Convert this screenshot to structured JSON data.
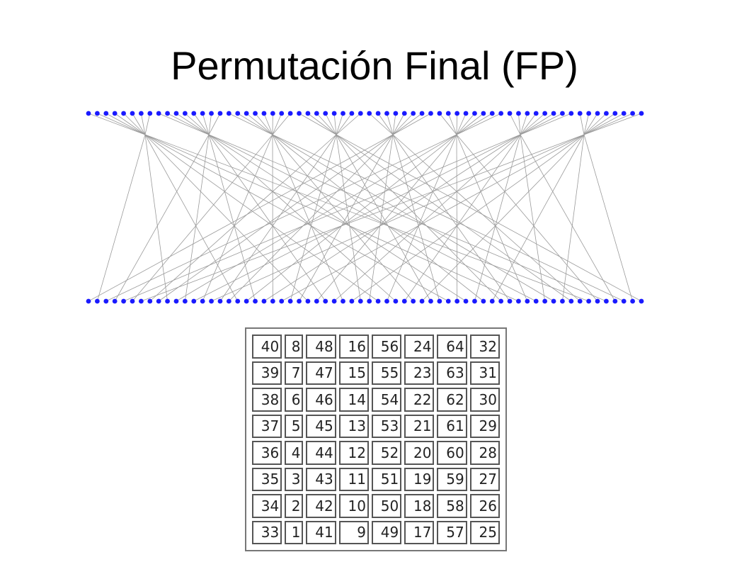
{
  "slide": {
    "title": "Permutación Final (FP)"
  },
  "diagram": {
    "node_color": "#1a1aff",
    "line_color": "#9a9a9a",
    "bits_per_row": 64
  },
  "table": {
    "rows": [
      [
        "40",
        "8",
        "48",
        "16",
        "56",
        "24",
        "64",
        "32"
      ],
      [
        "39",
        "7",
        "47",
        "15",
        "55",
        "23",
        "63",
        "31"
      ],
      [
        "38",
        "6",
        "46",
        "14",
        "54",
        "22",
        "62",
        "30"
      ],
      [
        "37",
        "5",
        "45",
        "13",
        "53",
        "21",
        "61",
        "29"
      ],
      [
        "36",
        "4",
        "44",
        "12",
        "52",
        "20",
        "60",
        "28"
      ],
      [
        "35",
        "3",
        "43",
        "11",
        "51",
        "19",
        "59",
        "27"
      ],
      [
        "34",
        "2",
        "42",
        "10",
        "50",
        "18",
        "58",
        "26"
      ],
      [
        "33",
        "1",
        "41",
        "9",
        "49",
        "17",
        "57",
        "25"
      ]
    ]
  }
}
